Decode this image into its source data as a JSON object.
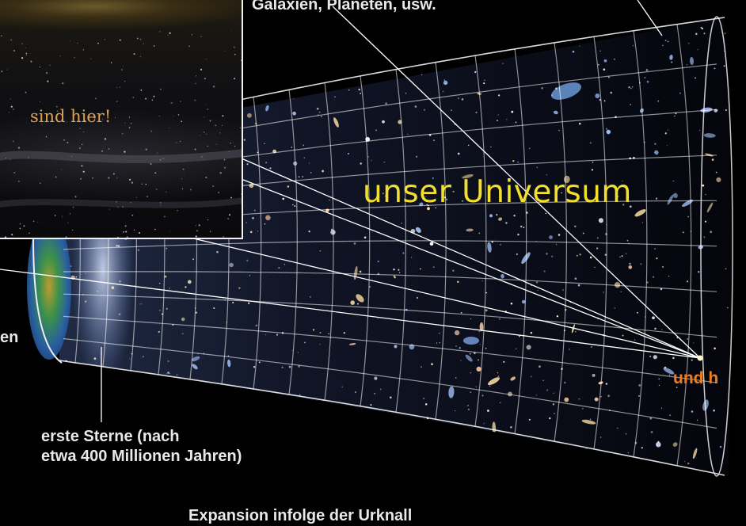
{
  "labels": {
    "top": "Galaxien, Planeten, usw.",
    "universe": "unser Universum",
    "here": "und h",
    "stars_line1": "erste Sterne (nach",
    "stars_line2": "etwa 400 Millionen Jahren)",
    "left_partial": "en",
    "bottom_partial": "Expansion infolge der Urknall"
  },
  "inset": {
    "text": "sind hier!"
  },
  "colors": {
    "universe_label": "#f3e02e",
    "here_label": "#f07d1c",
    "inset_text": "#e2a152",
    "grid_lines": "#ffffff"
  }
}
